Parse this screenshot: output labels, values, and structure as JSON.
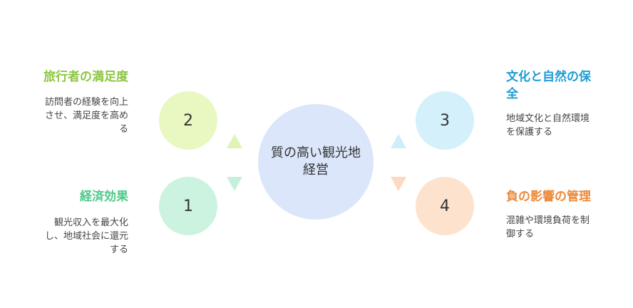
{
  "center": {
    "line1": "質の高い観光地",
    "line2": "経営"
  },
  "items": [
    {
      "number": "1",
      "title": "経済効果",
      "desc": [
        "観光収入を最大化",
        "し、地域社会に還元",
        "する"
      ],
      "color": "#4fc98a"
    },
    {
      "number": "2",
      "title": "旅行者の満足度",
      "desc": [
        "訪問者の経験を向上",
        "させ、満足度を高め",
        "る"
      ],
      "color": "#8cc63f"
    },
    {
      "number": "3",
      "title_lines": [
        "文化と自然の保",
        "全"
      ],
      "desc": [
        "地域文化と自然環境",
        "を保護する"
      ],
      "color": "#1f9cd6"
    },
    {
      "number": "4",
      "title": "負の影響の管理",
      "desc": [
        "混雑や環境負荷を制",
        "御する"
      ],
      "color": "#ec8a3a"
    }
  ]
}
